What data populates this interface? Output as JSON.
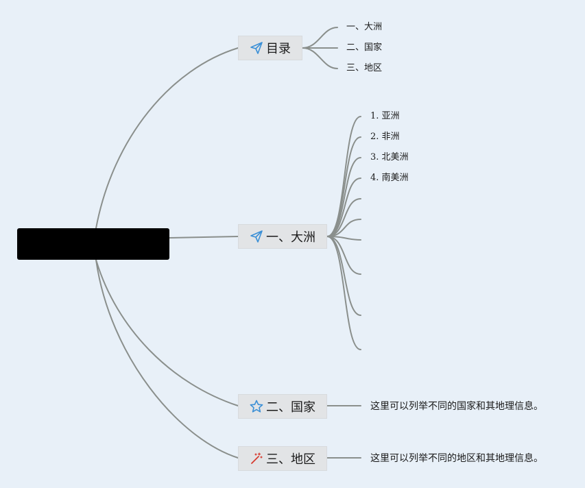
{
  "root": {
    "label": ""
  },
  "branches": {
    "toc": {
      "label": "目录",
      "icon": "paper-plane-icon",
      "items": [
        "一、大洲",
        "二、国家",
        "三、地区"
      ]
    },
    "continents": {
      "label": "一、大洲",
      "icon": "paper-plane-icon",
      "items": [
        "1. 亚洲",
        "2. 非洲",
        "3. 北美洲",
        "4. 南美洲"
      ]
    },
    "countries": {
      "label": "二、国家",
      "icon": "star-icon",
      "note": "这里可以列举不同的国家和其地理信息。"
    },
    "regions": {
      "label": "三、地区",
      "icon": "magic-wand-icon",
      "note": "这里可以列举不同的地区和其地理信息。"
    }
  },
  "colors": {
    "background": "#e8f0f8",
    "line": "#8a8f8c",
    "topic_bg": "#e2e4e6",
    "plane_icon": "#3a8fd6",
    "star_icon": "#3a8fd6",
    "wand_icon": "#d63a2e"
  }
}
